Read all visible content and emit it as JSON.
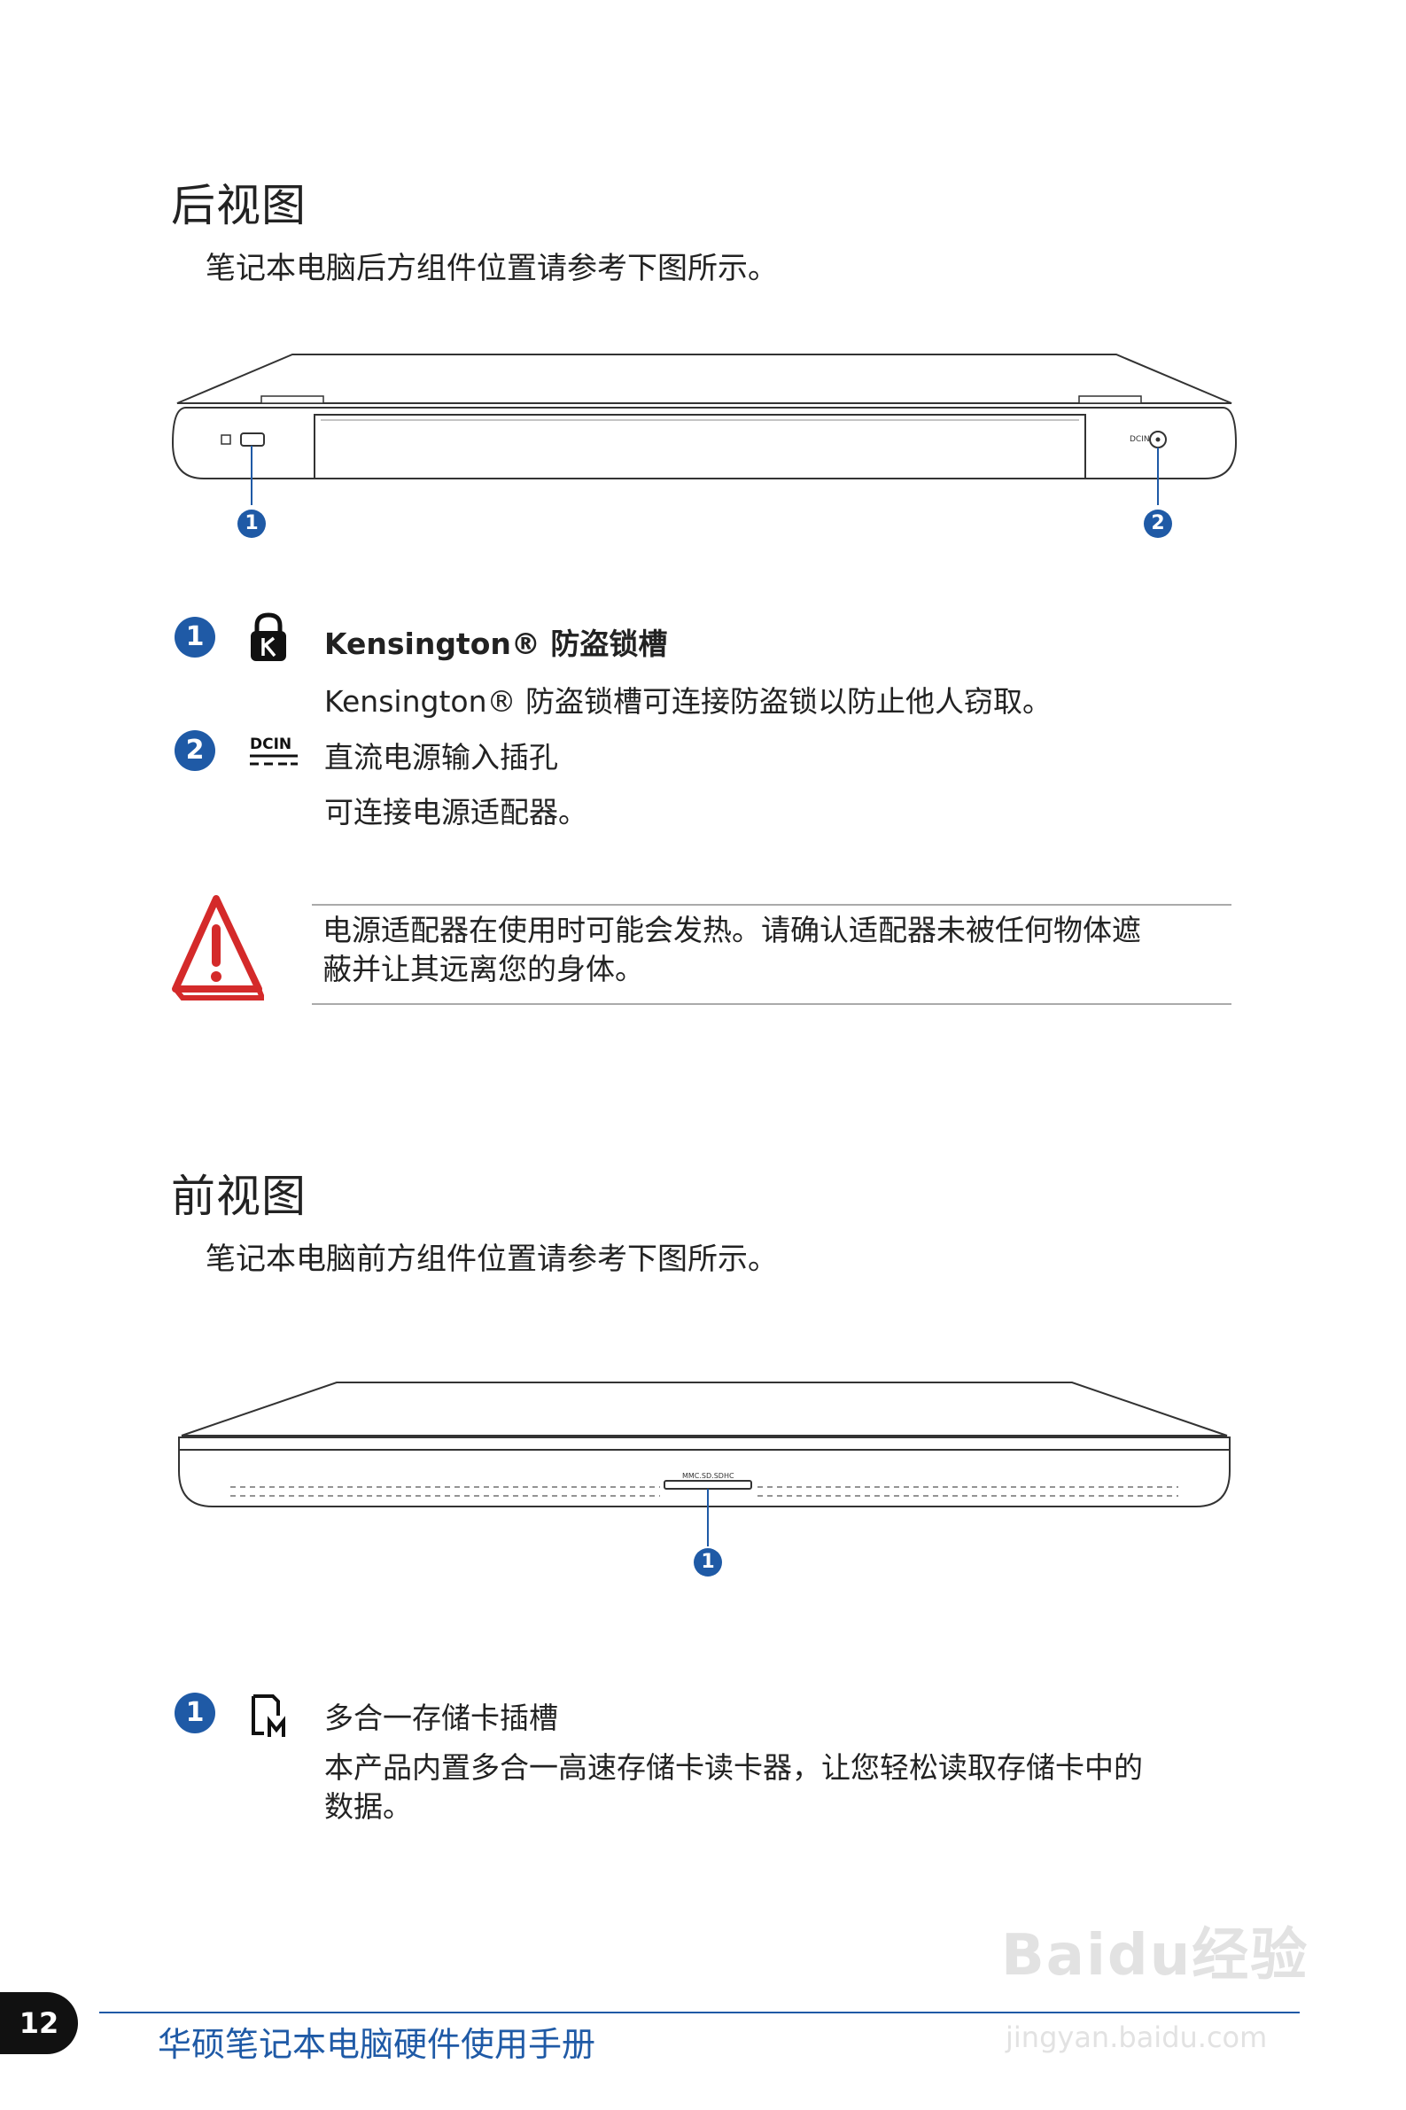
{
  "rear": {
    "title": "后视图",
    "intro": "笔记本电脑后方组件位置请参考下图所示。",
    "callouts": [
      "1",
      "2"
    ],
    "port_label": "DCIN",
    "items": [
      {
        "num": "1",
        "icon": "kensington-lock-icon",
        "title": "Kensington® 防盗锁槽",
        "desc": "Kensington® 防盗锁槽可连接防盗锁以防止他人窃取。"
      },
      {
        "num": "2",
        "icon": "dcin-icon",
        "icon_label": "DCIN",
        "title": "直流电源输入插孔",
        "desc": "可连接电源适配器。"
      }
    ],
    "warning": {
      "line1": "电源适配器在使用时可能会发热。请确认适配器未被任何物体遮",
      "line2": "蔽并让其远离您的身体。"
    }
  },
  "front": {
    "title": "前视图",
    "intro": "笔记本电脑前方组件位置请参考下图所示。",
    "callouts": [
      "1"
    ],
    "slot_label": "MMC.SD.SDHC",
    "items": [
      {
        "num": "1",
        "icon": "memory-card-icon",
        "title": "多合一存储卡插槽",
        "desc_line1": "本产品内置多合一高速存储卡读卡器，让您轻松读取存储卡中的",
        "desc_line2": "数据。"
      }
    ]
  },
  "footer": {
    "page": "12",
    "title": "华硕笔记本电脑硬件使用手册"
  },
  "watermark": {
    "brand": "Baidu经验",
    "url": "jingyan.baidu.com"
  }
}
